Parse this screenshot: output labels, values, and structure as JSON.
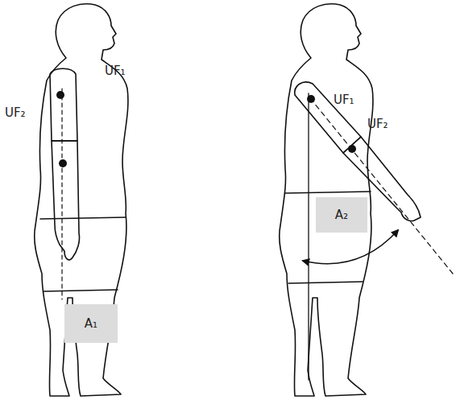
{
  "diagram": {
    "nodes": [
      {
        "text": [
          "A₁"
        ]
      },
      {
        "text": [
          "A₂"
        ]
      }
    ],
    "labels": [
      "UF₁",
      "UF₂",
      "UF₁",
      "UF₂"
    ]
  }
}
